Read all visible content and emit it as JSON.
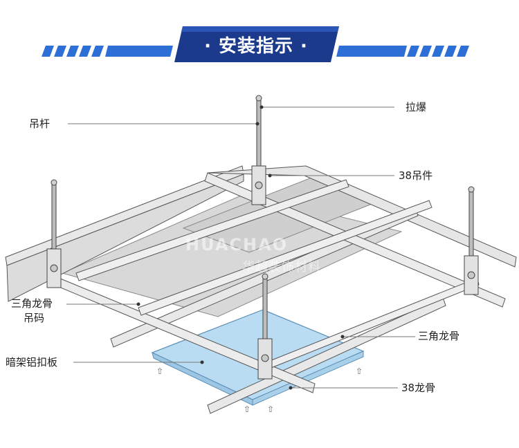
{
  "header": {
    "title": "· 安装指示 ·"
  },
  "labels": {
    "rod": "吊杆",
    "expansion_bolt": "拉爆",
    "hanger_38": "38吊件",
    "triangle_keel_clip_line1": "三角龙骨",
    "triangle_keel_clip_line2": "吊码",
    "triangle_keel": "三角龙骨",
    "concealed_panel": "暗架铝扣板",
    "keel_38": "38龙骨"
  },
  "watermark": {
    "brand_en": "HUACHAO",
    "brand_cn": "华超装饰材料"
  },
  "icons": {
    "push_arrow": "⇧"
  },
  "colors": {
    "banner_dark": "#1b3a8c",
    "banner_stripe": "#2d6fd6",
    "panel_gray": "#d7d7d7",
    "panel_blue": "#b9dcf2",
    "rail": "#e6e6e6",
    "rail_stroke": "#555555"
  }
}
